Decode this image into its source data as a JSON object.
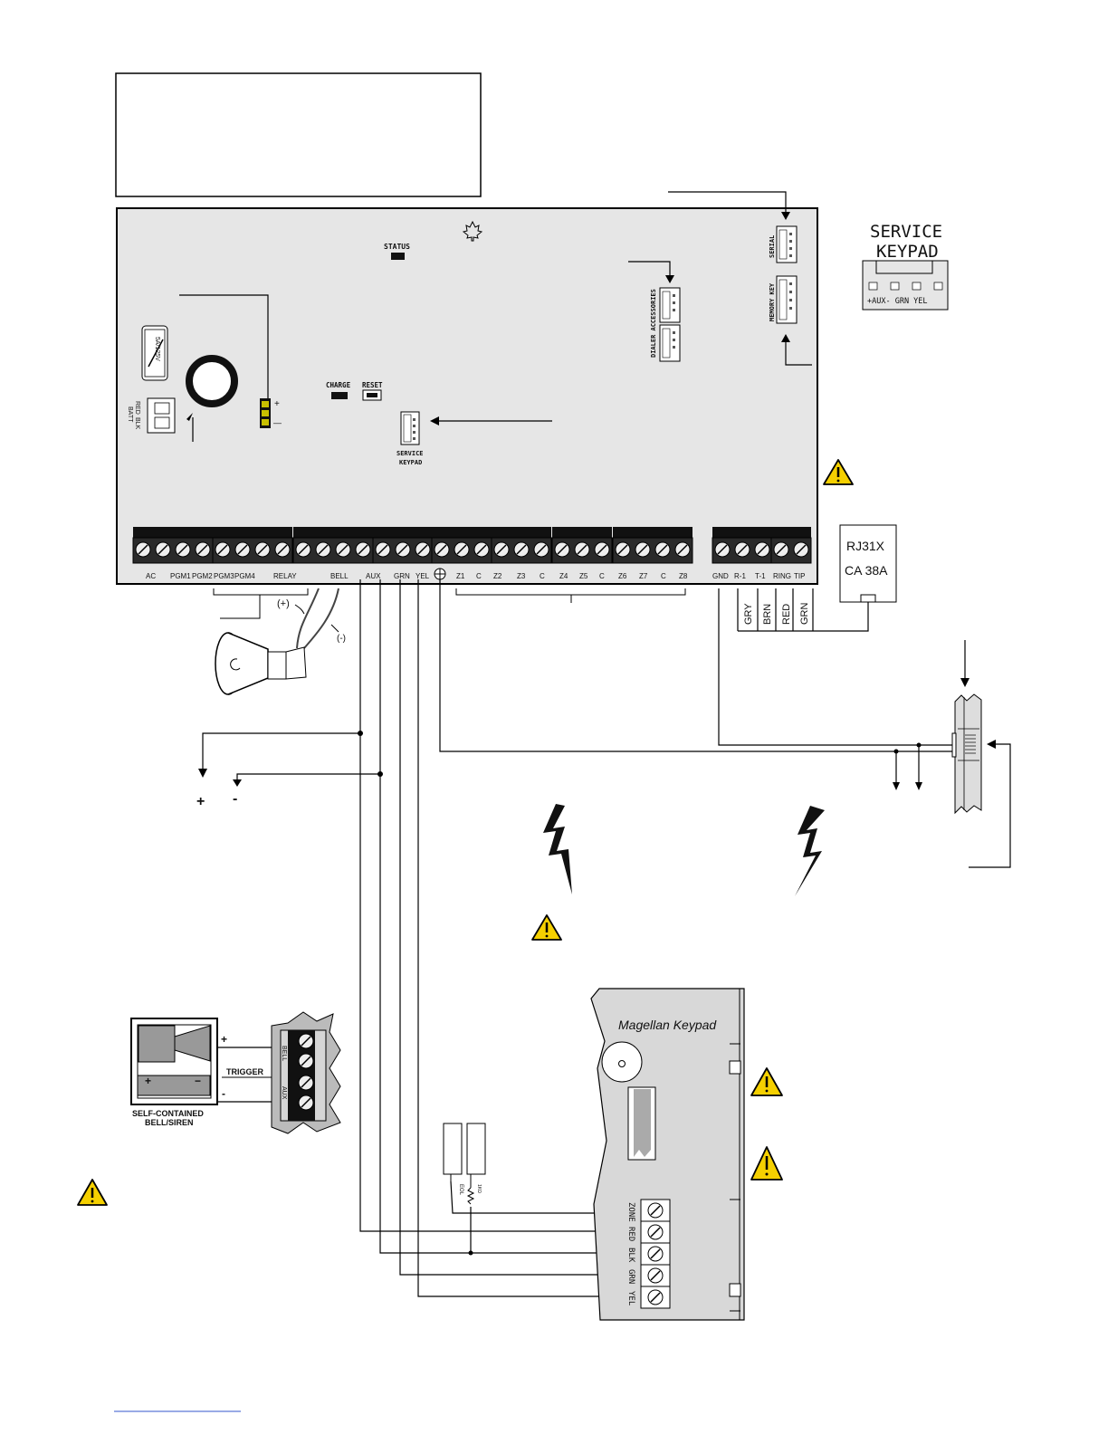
{
  "board": {
    "status": "STATUS",
    "charge": "CHARGE",
    "reset": "RESET",
    "serial": "SERIAL",
    "memory_key": "MEMORY KEY",
    "dialer": "DIALER ACCESSORIES",
    "service_keypad_line1": "SERVICE",
    "service_keypad_line2": "KEYPAD",
    "fuse": "5A/125V",
    "batt_red": "RED",
    "batt_blk": "BLK",
    "batt": "BATT",
    "plus": "+",
    "minus": "—",
    "terminals": [
      "AC",
      "PGM1",
      "PGM2",
      "PGM3",
      "PGM4",
      "RELAY",
      "BELL",
      "AUX",
      "GRN",
      "YEL",
      "Z1",
      "C",
      "Z2",
      "Z3",
      "C",
      "Z4",
      "Z5",
      "C",
      "Z6",
      "Z7",
      "C",
      "Z8"
    ],
    "phone_terminals": [
      "GND",
      "R-1",
      "T-1",
      "RING",
      "TIP"
    ]
  },
  "service_keypad_detail": {
    "line1": "SERVICE",
    "line2": "KEYPAD",
    "pins": "+AUX-  GRN YEL"
  },
  "phone": {
    "jack_line1": "RJ31X",
    "jack_line2": "CA 38A",
    "wires": [
      "GRY",
      "BRN",
      "RED",
      "GRN"
    ]
  },
  "siren": {
    "pos": "(+)",
    "neg": "(-)"
  },
  "aux_power": {
    "plus": "+",
    "minus": "-"
  },
  "bell_module": {
    "plus": "+",
    "minus": "-",
    "trigger": "TRIGGER",
    "caption_line1": "SELF-CONTAINED",
    "caption_line2": "BELL/SIREN",
    "bell_term": "BELL",
    "aux_term": "AUX"
  },
  "keypad": {
    "title": "Magellan  Keypad",
    "terminals": [
      "ZONE",
      "RED",
      "BLK",
      "GRN",
      "YEL"
    ],
    "eol": "EOL",
    "resistor": "1KΩ"
  },
  "colors": {
    "board": "#e6e6e6",
    "warning": "#f5d000",
    "keypad": "#d8d8d8"
  }
}
